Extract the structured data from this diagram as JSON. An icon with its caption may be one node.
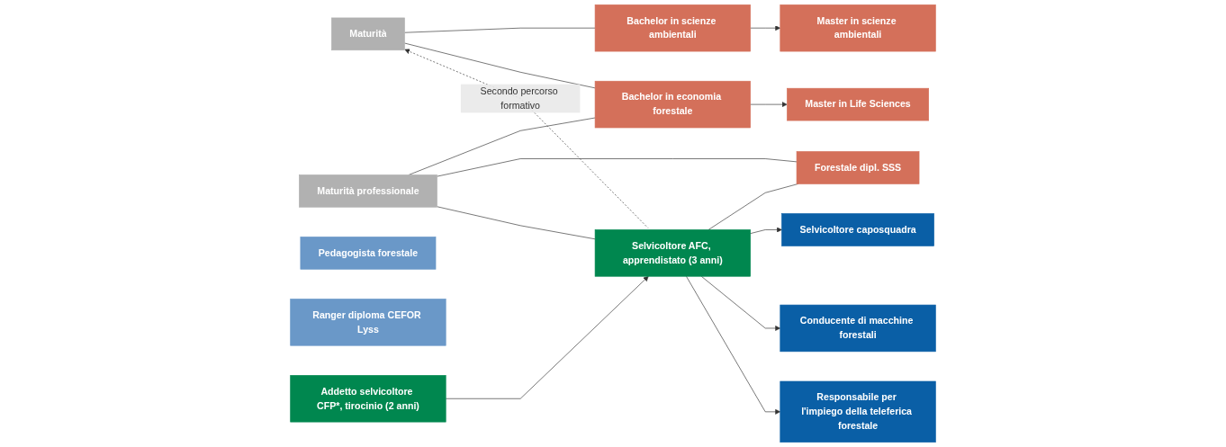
{
  "diagram": {
    "nodes": [
      {
        "text": [
          "Maturità"
        ]
      },
      {
        "text": [
          "Bachelor in scienze ambientali"
        ]
      },
      {
        "text": [
          "Master in scienze ambientali"
        ]
      },
      {
        "text": [
          "Maturità professionale"
        ]
      },
      {
        "text": [
          "Bachelor in economia forestale"
        ]
      },
      {
        "text": [
          "Master in Life Sciences"
        ]
      },
      {
        "text": [
          "Forestale dipl. SSS"
        ]
      },
      {
        "text": [
          "Selvicoltore AFC, apprendistato (3 anni)"
        ]
      },
      {
        "text": [
          "Pedagogista forestale"
        ]
      },
      {
        "text": [
          "Ranger diploma CEFOR Lyss"
        ]
      },
      {
        "text": [
          "Addetto selvicoltore CFP*, tirocinio (2 anni)"
        ]
      },
      {
        "text": [
          "Selvicoltore caposquadra"
        ]
      },
      {
        "text": [
          "Conducente di macchine forestali"
        ]
      },
      {
        "text": [
          "Responsabile per l'impiego della teleferica forestale"
        ]
      }
    ],
    "edges": [
      {
        "from": 0,
        "to": 1,
        "arrow": "none"
      },
      {
        "from": 1,
        "to": 2,
        "arrow": "to"
      },
      {
        "from": 0,
        "to": 4,
        "arrow": "none"
      },
      {
        "from": 3,
        "to": 4,
        "arrow": "none"
      },
      {
        "from": 4,
        "to": 5,
        "arrow": "to"
      },
      {
        "from": 3,
        "to": 6,
        "arrow": "none"
      },
      {
        "from": 7,
        "to": 6,
        "arrow": "none"
      },
      {
        "from": 3,
        "to": 7,
        "arrow": "none"
      },
      {
        "from": 7,
        "to": 11,
        "arrow": "to"
      },
      {
        "from": 7,
        "to": 12,
        "arrow": "to"
      },
      {
        "from": 7,
        "to": 13,
        "arrow": "to"
      },
      {
        "from": 7,
        "to": 0,
        "arrow": "to",
        "label": "Secondo percorso formativo",
        "style": "dashed"
      },
      {
        "from": 10,
        "to": 7,
        "arrow": "to"
      }
    ]
  }
}
